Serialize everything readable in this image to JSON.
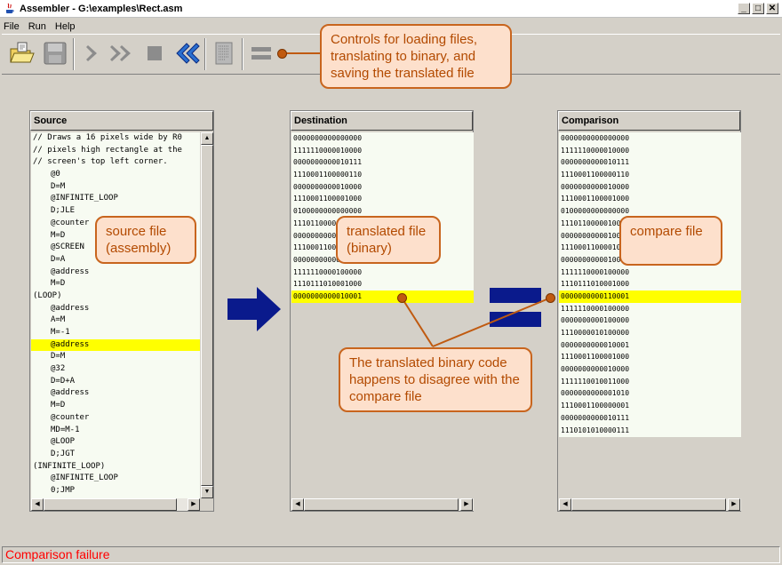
{
  "window": {
    "title": "Assembler - G:\\examples\\Rect.asm",
    "minimize_label": "_",
    "maximize_label": "□",
    "close_label": "✕"
  },
  "menu": {
    "items": [
      {
        "label": "File",
        "icon": ""
      },
      {
        "label": "Run"
      },
      {
        "label": "Help"
      }
    ]
  },
  "toolbar": {
    "buttons": [
      {
        "name": "load-file-icon"
      },
      {
        "name": "save-file-icon"
      },
      {
        "name": "single-step-icon"
      },
      {
        "name": "fast-forward-icon"
      },
      {
        "name": "stop-icon"
      },
      {
        "name": "rewind-icon"
      },
      {
        "name": "load-compare-file-icon"
      },
      {
        "name": "compare-equals-icon"
      }
    ]
  },
  "source_panel": {
    "header": "Source",
    "lines": [
      {
        "text": "// Draws a 16 pixels wide by R0",
        "indent": false
      },
      {
        "text": "// pixels high rectangle at the",
        "indent": false
      },
      {
        "text": "// screen's top left corner.",
        "indent": false
      },
      {
        "text": "@0",
        "indent": true
      },
      {
        "text": "D=M",
        "indent": true
      },
      {
        "text": "@INFINITE_LOOP",
        "indent": true
      },
      {
        "text": "D;JLE",
        "indent": true
      },
      {
        "text": "@counter",
        "indent": true
      },
      {
        "text": "M=D",
        "indent": true
      },
      {
        "text": "@SCREEN",
        "indent": true
      },
      {
        "text": "D=A",
        "indent": true
      },
      {
        "text": "@address",
        "indent": true
      },
      {
        "text": "M=D",
        "indent": true
      },
      {
        "text": "(LOOP)",
        "indent": false
      },
      {
        "text": "@address",
        "indent": true
      },
      {
        "text": "A=M",
        "indent": true
      },
      {
        "text": "M=-1",
        "indent": true
      },
      {
        "text": "@address",
        "indent": true,
        "highlight": true
      },
      {
        "text": "D=M",
        "indent": true
      },
      {
        "text": "@32",
        "indent": true
      },
      {
        "text": "D=D+A",
        "indent": true
      },
      {
        "text": "@address",
        "indent": true
      },
      {
        "text": "M=D",
        "indent": true
      },
      {
        "text": "@counter",
        "indent": true
      },
      {
        "text": "MD=M-1",
        "indent": true
      },
      {
        "text": "@LOOP",
        "indent": true
      },
      {
        "text": "D;JGT",
        "indent": true
      },
      {
        "text": "(INFINITE_LOOP)",
        "indent": false
      },
      {
        "text": "@INFINITE_LOOP",
        "indent": true
      },
      {
        "text": "0;JMP",
        "indent": true
      }
    ]
  },
  "destination_panel": {
    "header": "Destination",
    "lines": [
      "0000000000000000",
      "1111110000010000",
      "0000000000010111",
      "1110001100000110",
      "0000000000010000",
      "1110001100001000",
      "0100000000000000",
      "1110110000010000",
      "0000000000010001",
      "1110001100001000",
      "0000000000010001",
      "1111110000100000",
      "1110111010001000",
      "0000000000010001"
    ],
    "highlight_index": 13
  },
  "comparison_panel": {
    "header": "Comparison",
    "lines": [
      "0000000000000000",
      "1111110000010000",
      "0000000000010111",
      "1110001100000110",
      "0000000000010000",
      "1110001100001000",
      "0100000000000000",
      "1110110000010000",
      "0000000000010001",
      "1110001100001000",
      "0000000000010001",
      "1111110000100000",
      "1110111010001000",
      "0000000000110001",
      "1111110000100000",
      "0000000000100000",
      "1110000010100000",
      "0000000000010001",
      "1110001100001000",
      "0000000000010000",
      "1111110010011000",
      "0000000000001010",
      "1110001100000001",
      "0000000000010111",
      "1110101010000111"
    ],
    "highlight_index": 13
  },
  "callouts": {
    "toolbar": "Controls for loading files, translating to binary, and saving the translated file",
    "source": "source file (assembly)",
    "translated": "translated file (binary)",
    "compare": "compare file",
    "disagree": "The translated binary code happens to disagree with the compare file"
  },
  "status": {
    "text": "Comparison failure"
  },
  "colors": {
    "highlight": "#ffff00",
    "arrow": "#0a1a8c",
    "callout_fill": "#fde0cc",
    "callout_border": "#c8651e",
    "callout_text": "#b34a00",
    "status_error": "#ff0000"
  }
}
